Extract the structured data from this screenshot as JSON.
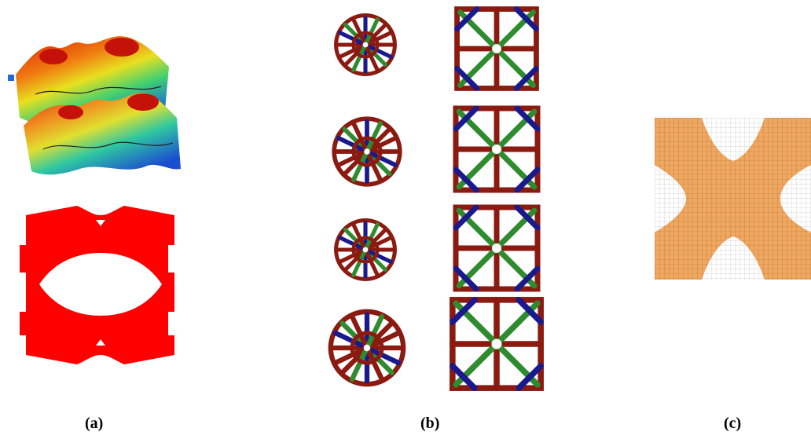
{
  "captions": {
    "a": "(a)",
    "b": "(b)",
    "c": "(c)"
  },
  "colors": {
    "surface_red": "#d81e05",
    "surface_yellow": "#e8e020",
    "surface_green": "#40d070",
    "surface_blue": "#1e6bd8",
    "cell_red": "#ff0000",
    "lattice_red": "#8b1a10",
    "lattice_green": "#2e8b2e",
    "lattice_blue": "#1a1a8c",
    "orange_fill": "#f0a860",
    "grid_line": "#c8c8c8"
  },
  "icons": {
    "surface_plot": "3d-surface-plot",
    "unit_cell": "2d-unit-cell-with-elliptical-hole",
    "lattice_views": "strut-lattice-views",
    "density_map": "x-shaped-density-map"
  }
}
